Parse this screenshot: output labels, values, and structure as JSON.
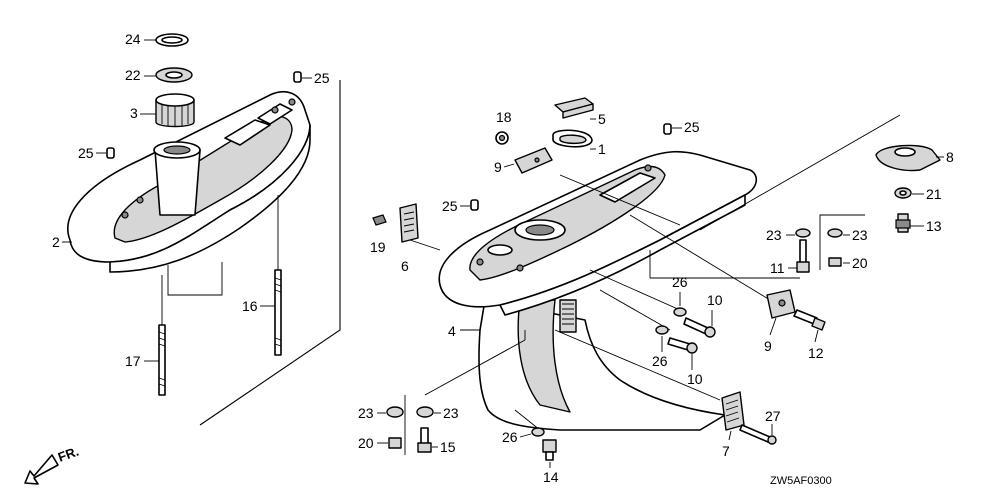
{
  "diagram_code": "ZW5AF0300",
  "direction_label": "FR.",
  "callouts": {
    "c1": "1",
    "c2": "2",
    "c3": "3",
    "c4": "4",
    "c5": "5",
    "c6": "6",
    "c7": "7",
    "c8": "8",
    "c9a": "9",
    "c9b": "9",
    "c10a": "10",
    "c10b": "10",
    "c11": "11",
    "c12": "12",
    "c13": "13",
    "c14": "14",
    "c15": "15",
    "c16": "16",
    "c17": "17",
    "c18": "18",
    "c19": "19",
    "c20a": "20",
    "c20b": "20",
    "c21": "21",
    "c22": "22",
    "c23a": "23",
    "c23b": "23",
    "c23c": "23",
    "c23d": "23",
    "c24": "24",
    "c25a": "25",
    "c25b": "25",
    "c25c": "25",
    "c25d": "25",
    "c26a": "26",
    "c26b": "26",
    "c26c": "26",
    "c27": "27"
  }
}
